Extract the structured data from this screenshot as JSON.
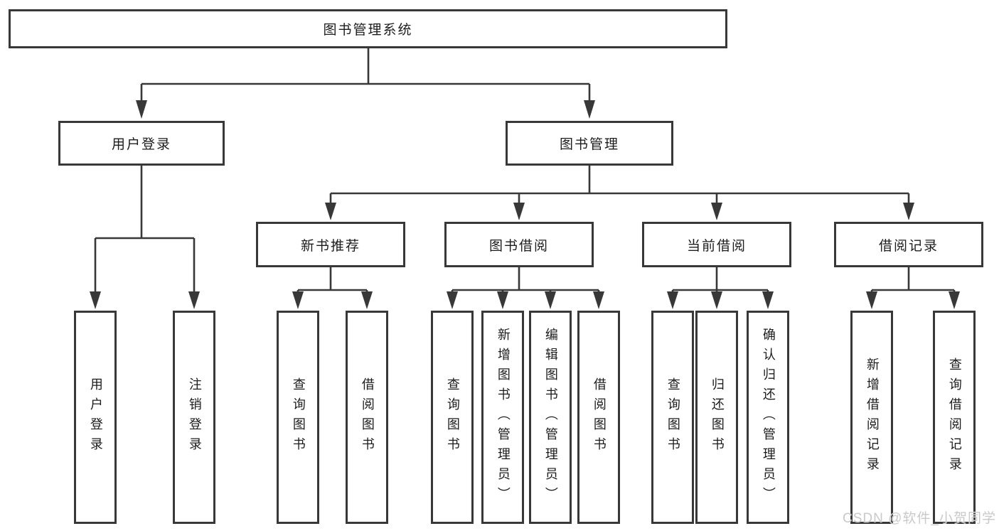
{
  "tree": {
    "root": {
      "label": "图书管理系统"
    },
    "level2": [
      {
        "label": "用户登录",
        "children": [
          {
            "label": "用户登录"
          },
          {
            "label": "注销登录"
          }
        ]
      },
      {
        "label": "图书管理",
        "groups": [
          {
            "label": "新书推荐",
            "children": [
              {
                "label": "查询图书"
              },
              {
                "label": "借阅图书"
              }
            ]
          },
          {
            "label": "图书借阅",
            "children": [
              {
                "label": "查询图书"
              },
              {
                "label": "新增图书（管理员）"
              },
              {
                "label": "编辑图书（管理员）"
              },
              {
                "label": "借阅图书"
              }
            ]
          },
          {
            "label": "当前借阅",
            "children": [
              {
                "label": "查询图书"
              },
              {
                "label": "归还图书"
              },
              {
                "label": "确认归还（管理员）"
              }
            ]
          },
          {
            "label": "借阅记录",
            "children": [
              {
                "label": "新增借阅记录"
              },
              {
                "label": "查询借阅记录"
              }
            ]
          }
        ]
      }
    ]
  },
  "watermark": {
    "text": "CSDN @软件_小贺同学"
  },
  "colors": {
    "line": "#383838",
    "box_border": "#383838",
    "text": "#1c1c1c",
    "watermark": "#c9c9c9",
    "background": "#ffffff"
  }
}
